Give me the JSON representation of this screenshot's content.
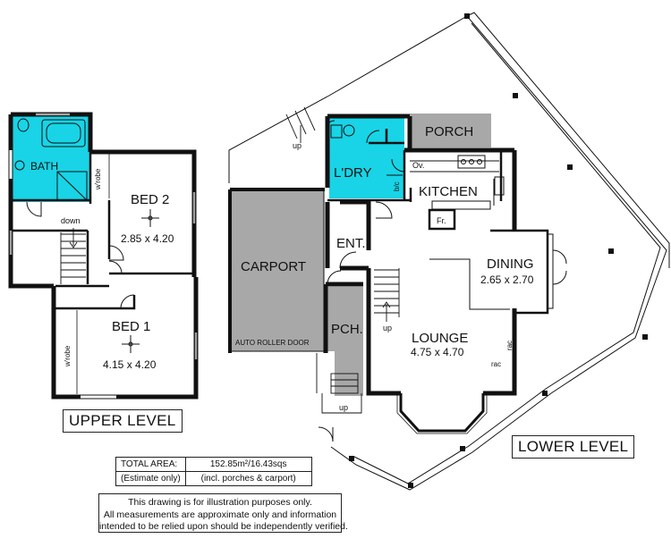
{
  "upper": {
    "rooms": {
      "bath": "BATH",
      "bed2": "BED 2",
      "bed2_dim": "2.85 x 4.20",
      "bed1": "BED 1",
      "bed1_dim": "4.15 x 4.20"
    },
    "notes": {
      "wrobe": "w'robe",
      "wrobe2": "w'robe",
      "down": "down"
    },
    "level_label": "UPPER LEVEL"
  },
  "lower": {
    "rooms": {
      "porch": "PORCH",
      "laundry": "L'DRY",
      "kitchen": "KITCHEN",
      "carport": "CARPORT",
      "entry": "ENT.",
      "dining": "DINING",
      "dining_dim": "2.65 x 2.70",
      "pch": "PCH.",
      "lounge": "LOUNGE",
      "lounge_dim": "4.75 x 4.70"
    },
    "notes": {
      "up_top": "up",
      "up_stair": "up",
      "up_bottom": "up",
      "bic": "b/c",
      "oven": "Ov.",
      "fridge": "Fr.",
      "rac": "rac",
      "rac2": "rac",
      "auto_door": "AUTO ROLLER DOOR"
    },
    "level_label": "LOWER LEVEL"
  },
  "area": {
    "label1": "TOTAL AREA:",
    "value1": "152.85m²/16.43sqs",
    "label2": "(Estimate only)",
    "value2": "(incl. porches & carport)"
  },
  "disclaimer": {
    "line1": "This drawing is for illustration purposes only.",
    "line2": "All measurements are approximate only and information",
    "line3": "intended to be relied upon should be independently verified."
  },
  "colors": {
    "wet_area": "#18d4e6",
    "covered_area": "#a8a8a8",
    "wall": "#111111"
  }
}
